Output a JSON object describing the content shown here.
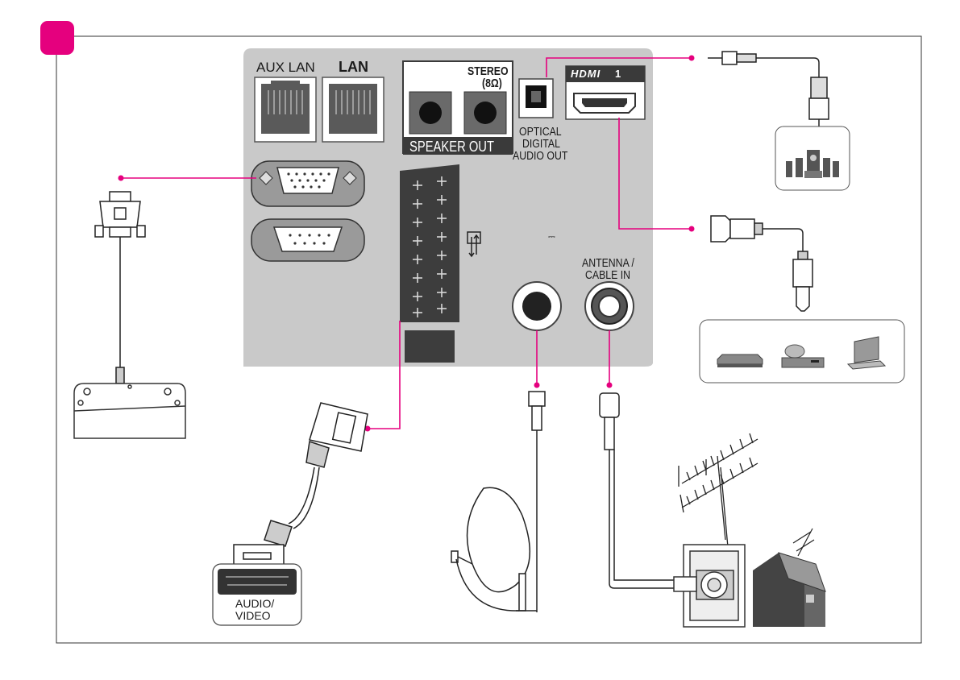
{
  "colors": {
    "accent": "#e5007e",
    "panel": "#c9c9c9",
    "port_dark": "#3a3a3a",
    "line": "#222222"
  },
  "panel": {
    "aux_lan_label": "AUX LAN",
    "lan_label": "LAN",
    "stereo_label": "STEREO",
    "ohm_label": "(8Ω)",
    "speaker_out_label": "SPEAKER OUT",
    "optical_label_1": "OPTICAL",
    "optical_label_2": "DIGITAL",
    "optical_label_3": "AUDIO OUT",
    "hdmi_logo": "HDMI",
    "hdmi_number": "1",
    "antenna_label_1": "ANTENNA /",
    "antenna_label_2": "CABLE IN",
    "dc_symbol": "⎓"
  },
  "devices": {
    "scart_label_1": "AUDIO/",
    "scart_label_2": "VIDEO"
  },
  "icons": [
    "section-marker-icon",
    "rj45-port-icon",
    "speaker-jack-icon",
    "optical-port-icon",
    "hdmi-port-icon",
    "vga-port-icon",
    "rs232-port-icon",
    "scart-port-icon",
    "coax-port-icon",
    "antenna-port-icon",
    "optical-cable-icon",
    "home-theater-icon",
    "hdmi-cable-icon",
    "dvd-player-icon",
    "disc-player-icon",
    "laptop-icon",
    "vga-cable-icon",
    "ir-blaster-icon",
    "scart-cable-icon",
    "satellite-dish-icon",
    "coax-cable-icon",
    "roof-antenna-icon",
    "wall-socket-icon",
    "house-icon"
  ]
}
